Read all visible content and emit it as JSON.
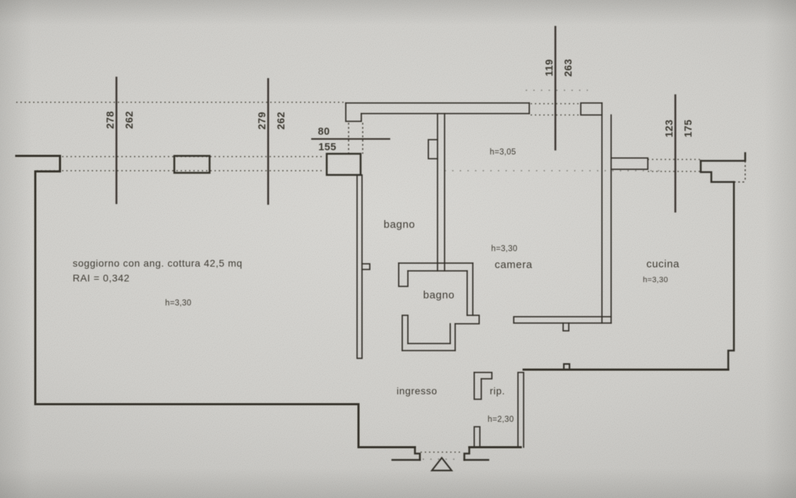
{
  "document": {
    "type": "apartment floor plan (scanned drawing)",
    "colors": {
      "paper": "#d3d2ce",
      "ink": "#34312b"
    }
  },
  "labels": {
    "soggiorno": "soggiorno con ang. cottura 42,5 mq",
    "soggiorno_rai": "RAI = 0,342",
    "soggiorno_h": "h=3,30",
    "bagno_upper": "bagno",
    "bagno_lower": "bagno",
    "camera": "camera",
    "camera_h": "h=3,30",
    "camera_ceiling_h": "h=3,05",
    "cucina": "cucina",
    "cucina_h": "h=3,30",
    "ingresso": "ingresso",
    "rip": "rip.",
    "rip_h": "h=2,30"
  },
  "dimensions": {
    "win1_w": "278",
    "win1_h": "262",
    "win2_w": "279",
    "win2_h": "262",
    "shaft_w": "80",
    "shaft_h": "155",
    "camera_win_w": "119",
    "camera_win_h": "263",
    "cucina_win_w": "123",
    "cucina_win_h": "175"
  }
}
